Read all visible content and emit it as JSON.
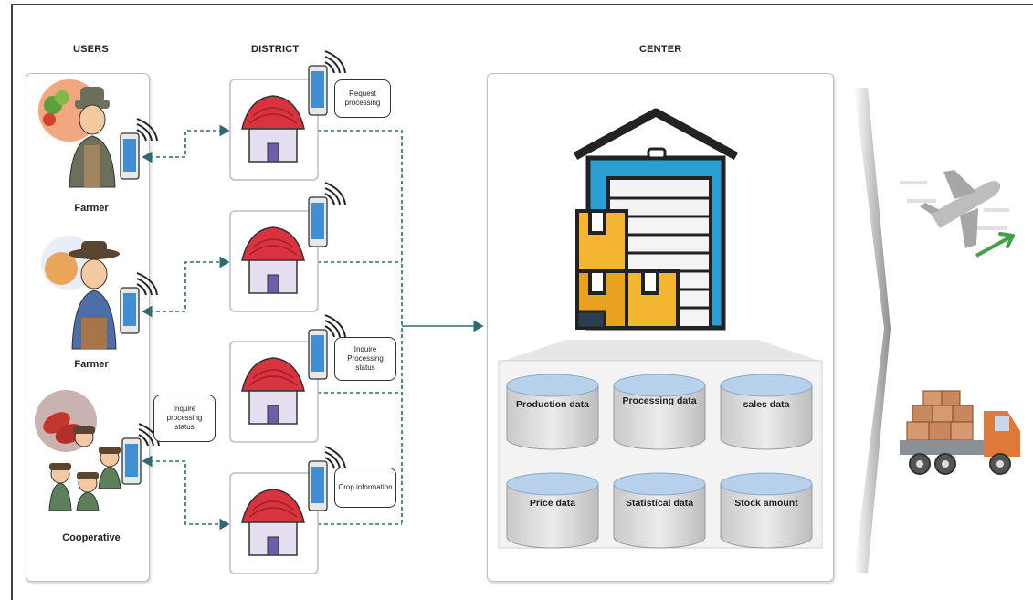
{
  "headers": {
    "users": "USERS",
    "district": "DISTRICT",
    "center": "CENTER"
  },
  "users": [
    {
      "label": "Farmer"
    },
    {
      "label": "Farmer"
    },
    {
      "label": "Cooperative"
    }
  ],
  "bubbles": {
    "request": "Request processing",
    "inquire_district": "Inquire Processing status",
    "inquire_user": "Inquire processing status",
    "crop": "Crop information"
  },
  "databases": [
    "Production data",
    "Processing data",
    "sales data",
    "Price data",
    "Statistical data",
    "Stock amount"
  ],
  "colors": {
    "arrow": "#2e6b73",
    "roof": "#d8333f",
    "warehouse": "#2a9fd6",
    "box": "#f5b731",
    "db_top": "#b7d1ec",
    "db_body": "#d6d6d6"
  },
  "icons": {
    "district": "warehouse-house-icon",
    "center": "central-warehouse-icon",
    "air": "airplane-export-icon",
    "road": "delivery-truck-icon",
    "phone": "smartphone-signal-icon"
  }
}
